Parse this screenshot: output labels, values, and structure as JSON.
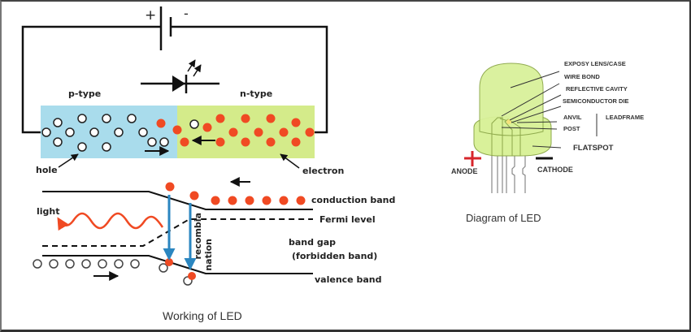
{
  "left_diagram": {
    "battery": {
      "positive": "+",
      "negative": "-"
    },
    "regions": {
      "p_type": {
        "label": "p-type",
        "color": "#a9dcec"
      },
      "n_type": {
        "label": "n-type",
        "color": "#d4eb8a"
      }
    },
    "labels": {
      "hole": "hole",
      "electron": "electron",
      "light": "light",
      "conduction_band": "conduction band",
      "fermi_level": "Fermi level",
      "band_gap": "band gap",
      "forbidden_band": "(forbidden band)",
      "valence_band": "valence band",
      "recombination_1": "recombia",
      "recombination_2": "nation"
    },
    "caption": "Working of  LED",
    "colors": {
      "electron": "#f04a23",
      "recombination_arrow": "#2b86c0",
      "light_wave": "#f04a23"
    }
  },
  "right_diagram": {
    "parts": [
      "EXPOSY LENS/CASE",
      "WIRE BOND",
      "REFLECTIVE CAVITY",
      "SEMICONDUCTOR DIE",
      "ANVIL",
      "POST",
      "LEADFRAME",
      "FLATSPOT"
    ],
    "terminals": {
      "anode": "ANODE",
      "cathode": "CATHODE",
      "plus": "+",
      "minus": "—"
    },
    "caption": "Diagram of LED",
    "colors": {
      "lens": "#d9f19a",
      "plus": "#d7262b"
    }
  }
}
